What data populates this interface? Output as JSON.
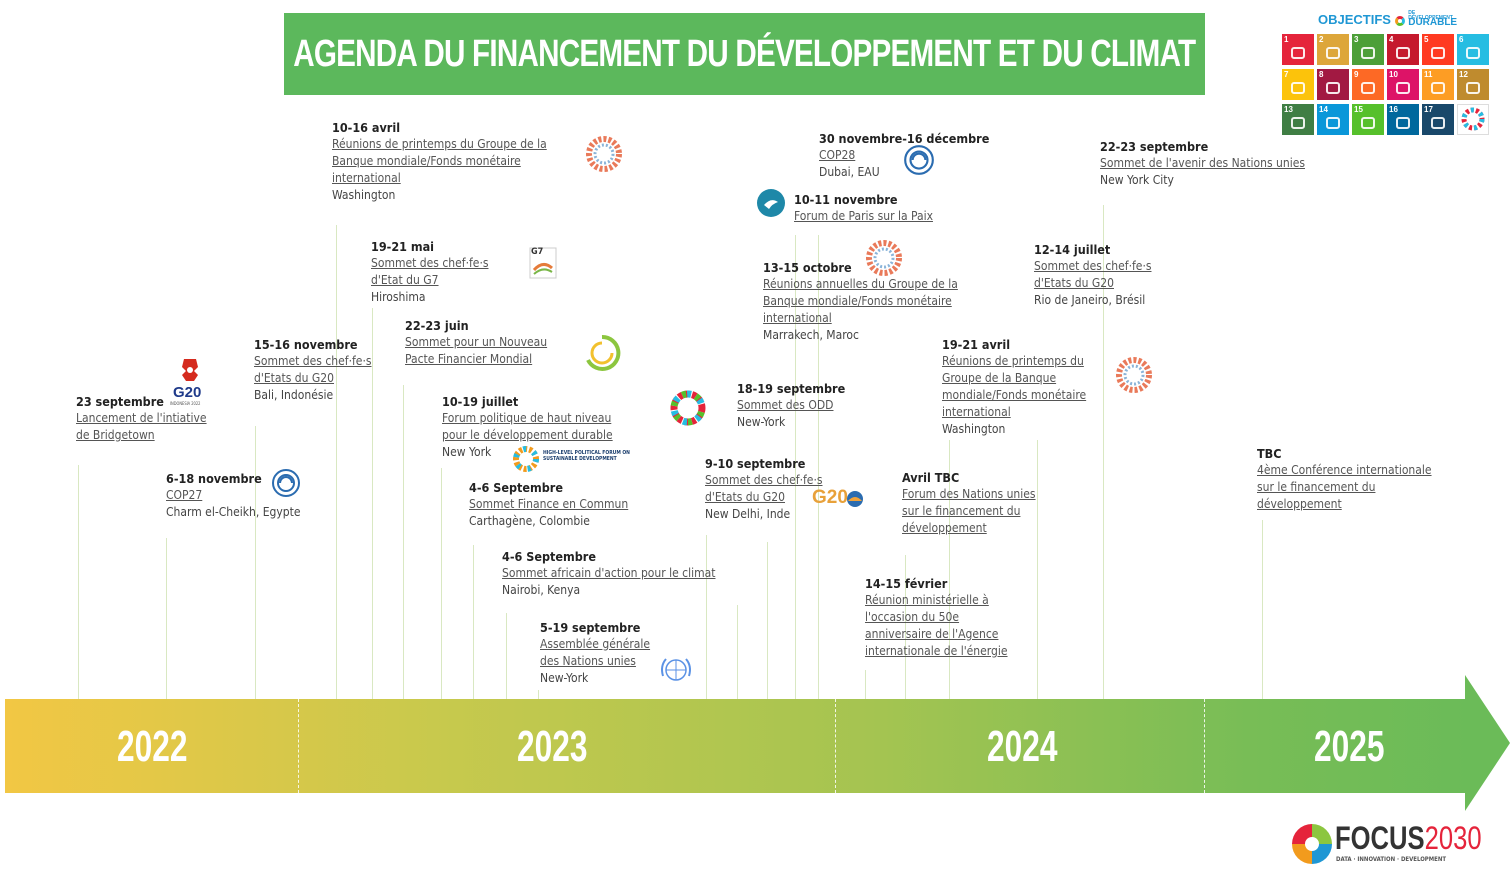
{
  "title": "AGENDA DU FINANCEMENT DU DÉVELOPPEMENT ET DU CLIMAT",
  "years": [
    "2022",
    "2023",
    "2024",
    "2025"
  ],
  "events": [
    {
      "date": "23 septembre",
      "name": [
        "Lancement de l'intiative ",
        "de Bridgetown"
      ],
      "place": ""
    },
    {
      "date": "6-18 novembre",
      "name": [
        "COP27"
      ],
      "place": "Charm el-Cheikh, Egypte"
    },
    {
      "date": "15-16 novembre",
      "name": [
        "Sommet des chef·fe·s ",
        "d'Etats du G20"
      ],
      "place": "Bali, Indonésie"
    },
    {
      "date": "10-16 avril",
      "name": [
        "Réunions de printemps du Groupe de la ",
        "Banque mondiale/Fonds monétaire ",
        "international"
      ],
      "place": "Washington"
    },
    {
      "date": "19-21 mai",
      "name": [
        "Sommet des chef·fe·s ",
        "d'Etat du G7"
      ],
      "place": "Hiroshima"
    },
    {
      "date": "22-23 juin",
      "name": [
        "Sommet pour un Nouveau ",
        "Pacte Financier Mondial"
      ],
      "place": ""
    },
    {
      "date": "10-19 juillet",
      "name": [
        "Forum politique de haut niveau ",
        "pour le développement durable"
      ],
      "place": "New York"
    },
    {
      "date": "4-6 Septembre",
      "name": [
        "Sommet Finance en Commun "
      ],
      "place": "Carthagène, Colombie"
    },
    {
      "date": "4-6 Septembre",
      "name": [
        "Sommet africain d'action pour le climat"
      ],
      "place": "Nairobi, Kenya"
    },
    {
      "date": "5-19 septembre",
      "name": [
        "Assemblée générale ",
        "des Nations unies"
      ],
      "place": "New-York"
    },
    {
      "date": "9-10 septembre",
      "name": [
        "Sommet des chef·fe·s ",
        "d'Etats du G20"
      ],
      "place": "New Delhi, Inde"
    },
    {
      "date": "18-19 septembre",
      "name": [
        "Sommet des ODD"
      ],
      "place": "New-York"
    },
    {
      "date": "13-15 octobre",
      "name": [
        "Réunions annuelles du Groupe de la ",
        "Banque mondiale/Fonds monétaire ",
        "international"
      ],
      "place": "Marrakech, Maroc"
    },
    {
      "date": "10-11 novembre",
      "name": [
        "Forum de Paris sur la Paix"
      ],
      "place": ""
    },
    {
      "date": "30 novembre-16 décembre",
      "name": [
        "COP28"
      ],
      "place": "Dubai, EAU"
    },
    {
      "date": "14-15 février",
      "name": [
        "Réunion ministérielle à ",
        "l'occasion du 50e ",
        "anniversaire de l'Agence ",
        "internationale de l'énergie"
      ],
      "place": ""
    },
    {
      "date": "Avril TBC",
      "name": [
        "Forum des Nations unies ",
        "sur le financement du ",
        "développement"
      ],
      "place": ""
    },
    {
      "date": "19-21 avril",
      "name": [
        "Réunions de printemps du ",
        "Groupe de la Banque ",
        "mondiale/Fonds monétaire ",
        "international"
      ],
      "place": "Washington"
    },
    {
      "date": "12-14 juillet",
      "name": [
        "Sommet des chef·fe·s ",
        "d'Etats du G20"
      ],
      "place": "Rio de Janeiro, Brésil"
    },
    {
      "date": "22-23 septembre",
      "name": [
        "Sommet de l'avenir des Nations unies"
      ],
      "place": "New York City"
    },
    {
      "date": "TBC",
      "name": [
        "4ème Conférence internationale ",
        "sur le financement du ",
        "développement"
      ],
      "place": ""
    }
  ],
  "logos": {
    "g20_2022": "G20",
    "g20_2022_sub": "INDONESIA 2022",
    "g7": "G7",
    "hlpf": "HIGH-LEVEL POLITICAL FORUM ON SUSTAINABLE DEVELOPMENT",
    "g20_2023": "G20"
  },
  "sdg": {
    "header": "OBJECTIFS",
    "header_suffix": "DURABLE",
    "header_small": "DE DÉVELOPPEMENT",
    "tiles": [
      {
        "num": "1",
        "color": "#e5243b"
      },
      {
        "num": "2",
        "color": "#dda63a"
      },
      {
        "num": "3",
        "color": "#4c9f38"
      },
      {
        "num": "4",
        "color": "#c5192d"
      },
      {
        "num": "5",
        "color": "#ff3a21"
      },
      {
        "num": "6",
        "color": "#26bde2"
      },
      {
        "num": "7",
        "color": "#fcc30b"
      },
      {
        "num": "8",
        "color": "#a21942"
      },
      {
        "num": "9",
        "color": "#fd6925"
      },
      {
        "num": "10",
        "color": "#dd1367"
      },
      {
        "num": "11",
        "color": "#fd9d24"
      },
      {
        "num": "12",
        "color": "#bf8b2e"
      },
      {
        "num": "13",
        "color": "#3f7e44"
      },
      {
        "num": "14",
        "color": "#0a97d9"
      },
      {
        "num": "15",
        "color": "#56c02b"
      },
      {
        "num": "16",
        "color": "#00689d"
      },
      {
        "num": "17",
        "color": "#19486a"
      },
      {
        "num": "",
        "color": "#ffffff"
      }
    ]
  },
  "brand": {
    "name_a": "FOCUS",
    "name_b": "2030",
    "tagline": "DATA · INNOVATION · DEVELOPMENT"
  }
}
